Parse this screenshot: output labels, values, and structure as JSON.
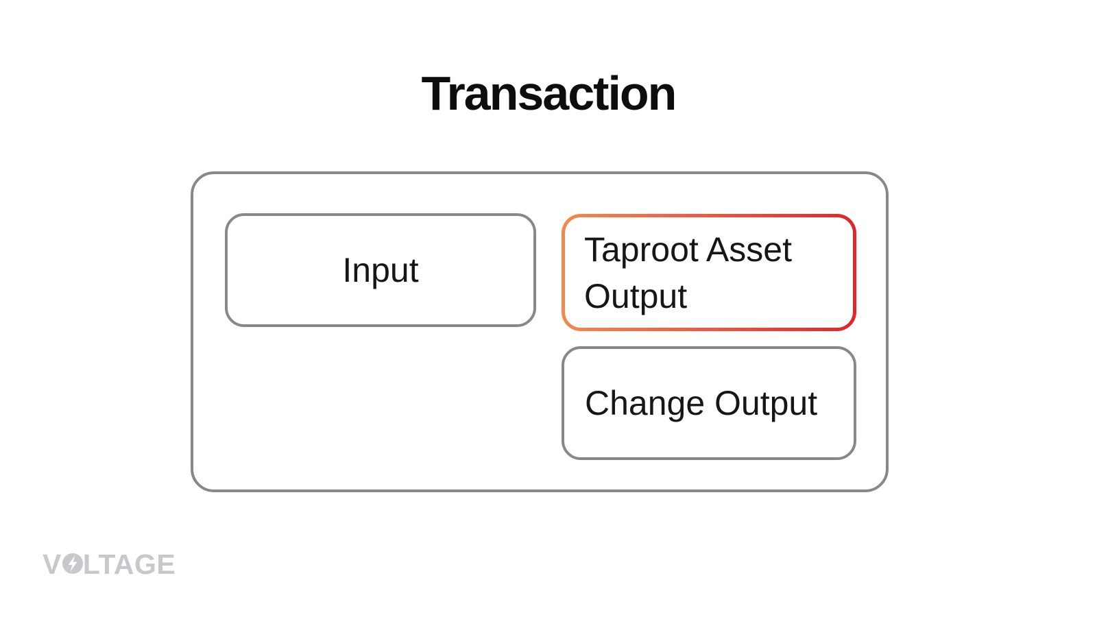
{
  "title": "Transaction",
  "transaction": {
    "input": {
      "label": "Input"
    },
    "taproot_asset_output": {
      "label": "Taproot Asset Output"
    },
    "change_output": {
      "label": "Change Output"
    }
  },
  "branding": {
    "logo_text": "VOLTAGE",
    "logo_v": "V",
    "logo_rest": "LTAGE"
  },
  "colors": {
    "background": "#ffffff",
    "border_gray": "#87888d",
    "taproot_gradient_start": "#f08a50",
    "taproot_gradient_end": "#e0242e",
    "text": "#161616",
    "title_text": "#0d0d0d",
    "logo_gray": "#c7c8cc"
  }
}
